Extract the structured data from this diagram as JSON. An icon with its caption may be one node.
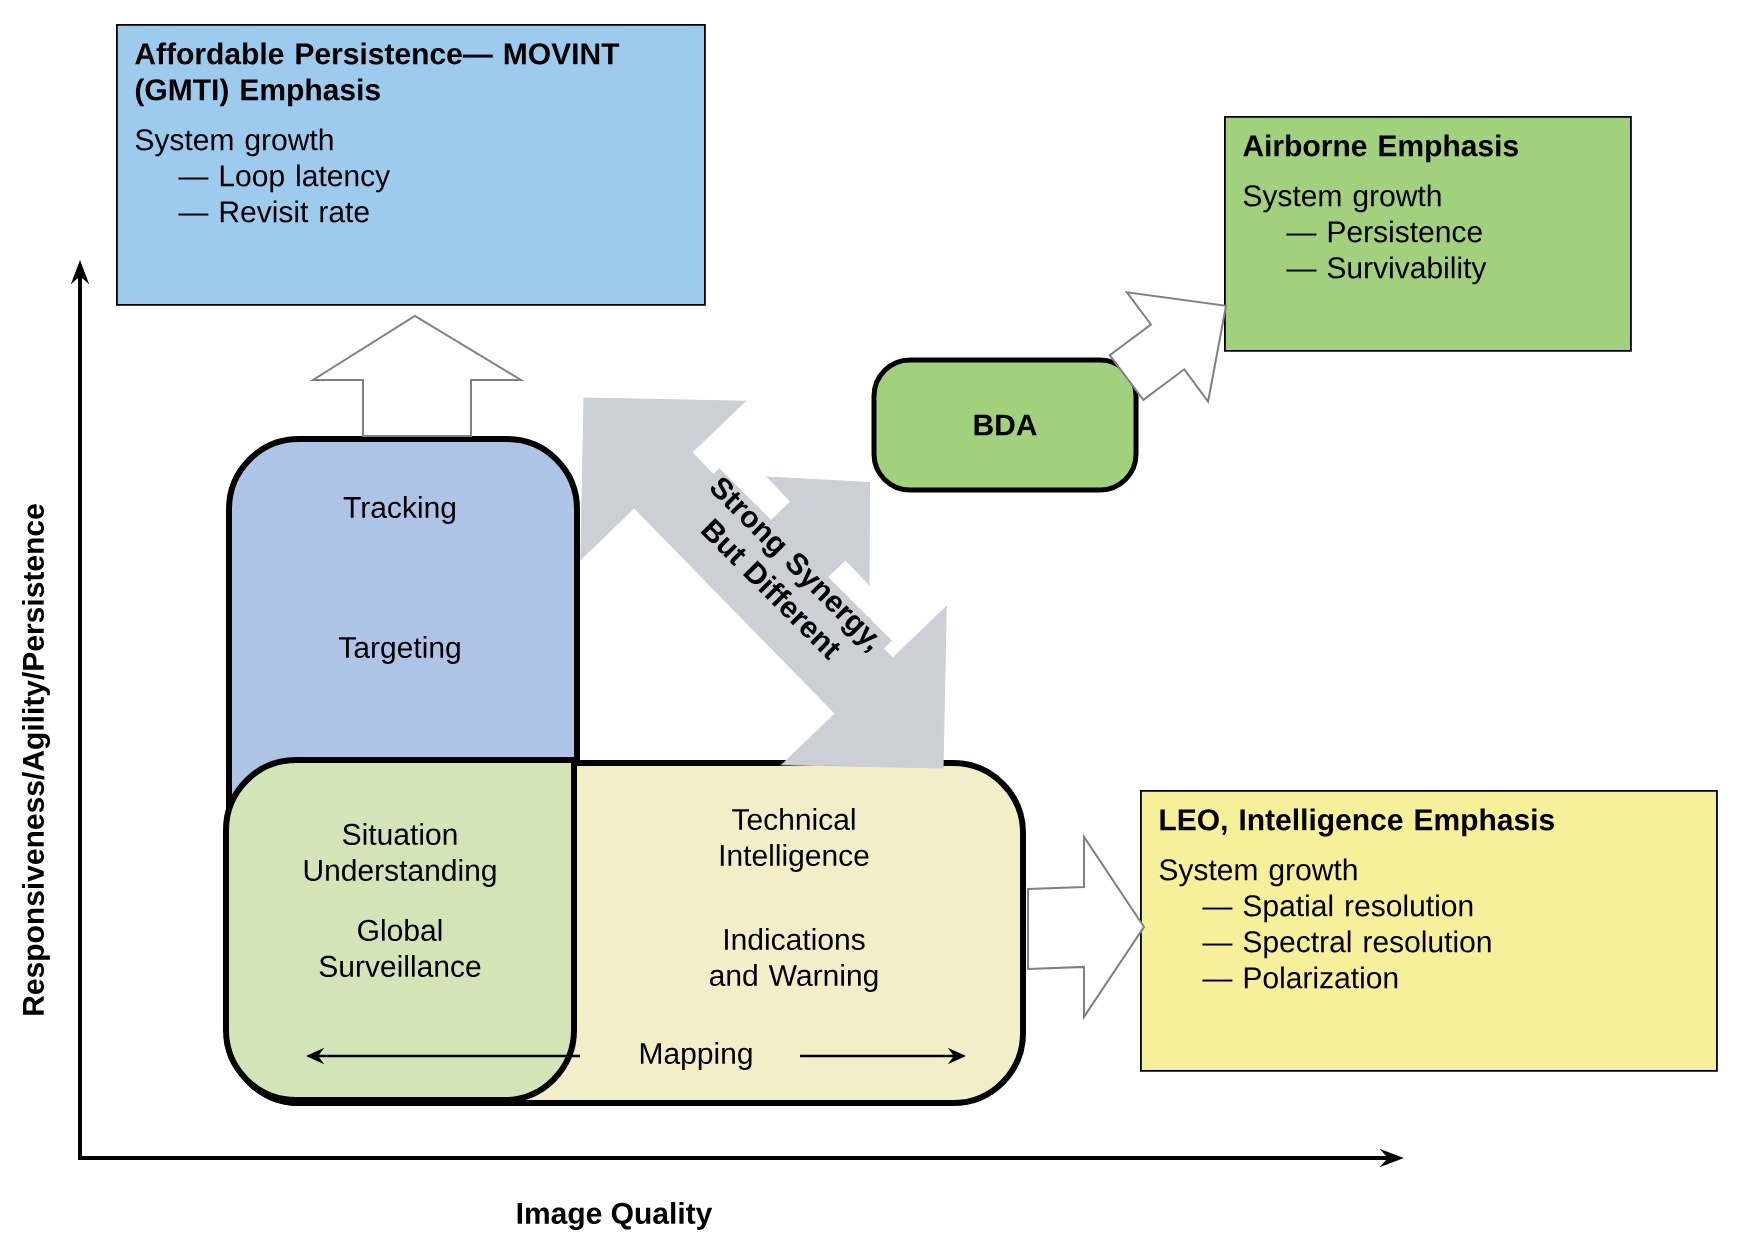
{
  "diagram": {
    "nodes": [
      {
        "text": [
          "Affordable Persistence— MOVINT (GMTI) Emphasis",
          "System growth",
          "— Loop latency",
          "— Revisit rate"
        ]
      },
      {
        "text": [
          "Airborne Emphasis",
          "System growth",
          "— Persistence",
          "— Survivability"
        ]
      },
      {
        "text": [
          "BDA"
        ]
      },
      {
        "text": [
          "Tracking",
          "Targeting"
        ]
      },
      {
        "text": [
          "Technical Intelligence",
          "Indications and Warning",
          "Mapping"
        ]
      },
      {
        "text": [
          "Situation Understanding",
          "Global Surveillance"
        ]
      },
      {
        "text": [
          "LEO, Intelligence Emphasis",
          "System growth",
          "— Spatial resolution",
          "— Spectral resolution",
          "— Polarization"
        ]
      }
    ],
    "edges": [
      {
        "from": 3,
        "to": 0,
        "arrow": "to"
      },
      {
        "from": 4,
        "to": 6,
        "arrow": "to"
      },
      {
        "from": 2,
        "to": 1,
        "arrow": "to"
      },
      {
        "from": null,
        "to": 4,
        "arrow": "both",
        "label": "Strong Synergy, But Different",
        "style": "thick",
        "color": "#cccfd6"
      },
      {
        "from": null,
        "to": 2,
        "arrow": "to",
        "style": "thick",
        "color": "#cccfd6"
      }
    ],
    "labels": [
      "Responsiveness/Agility/Persistence",
      "Image Quality"
    ]
  }
}
